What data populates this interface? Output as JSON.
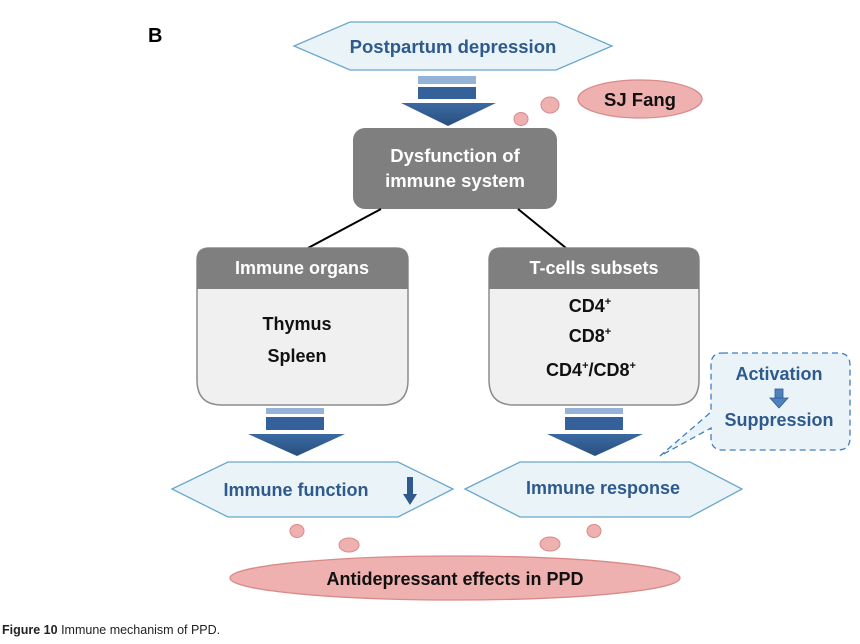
{
  "panel_label": "B",
  "nodes": {
    "top": "Postpartum depression",
    "author_bubble": "SJ Fang",
    "center": {
      "line1": "Dysfunction of",
      "line2": "immune system"
    },
    "left_box": {
      "header": "Immune organs",
      "items": [
        "Thymus",
        "Spleen"
      ]
    },
    "right_box": {
      "header": "T-cells subsets",
      "items": [
        {
          "base": "CD4",
          "sup": "+"
        },
        {
          "base": "CD8",
          "sup": "+"
        },
        {
          "base": "CD4",
          "sup": "+",
          "mid": "/CD8",
          "sup2": "+"
        }
      ]
    },
    "callout": {
      "line1": "Activation",
      "line2": "Suppression"
    },
    "left_outcome": "Immune function",
    "right_outcome": "Immune response",
    "bottom": "Antidepressant effects in PPD"
  },
  "caption": {
    "label": "Figure 10",
    "text": "Immune mechanism of PPD."
  },
  "colors": {
    "hex_fill": "#eaf4f8",
    "hex_stroke": "#6aa8cc",
    "text_blue": "#2f5a8e",
    "gray_box": "#7f7f7f",
    "light_box": "#f0f0f0",
    "arrow_dark": "#2f5a8e",
    "arrow_light": "#95b3d7",
    "pink_fill": "#efb0b0",
    "pink_stroke": "#d98a8a"
  }
}
